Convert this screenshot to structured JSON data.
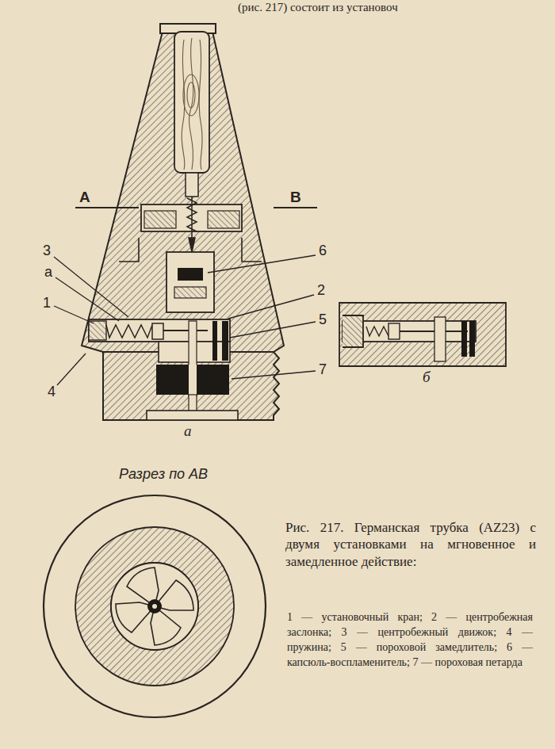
{
  "diagram": {
    "caption": "Рис. 217. Германская трубка (AZ23) с двумя установками на мгновенное и замедленное действие:",
    "labels": [
      "(рис. 217) состоит из установоч",
      "А",
      "В",
      "3",
      "а",
      "1",
      "4",
      "6",
      "2",
      "5",
      "7",
      "а",
      "б",
      "Разрез по АВ",
      "1 — установочный кран; 2 — центробежная заслонка; 3 — центробежный движок; 4 — пружина; 5 — пороховой замедлитель; 6 — капсюль-воспламенитель; 7 — пороховая петарда"
    ]
  }
}
